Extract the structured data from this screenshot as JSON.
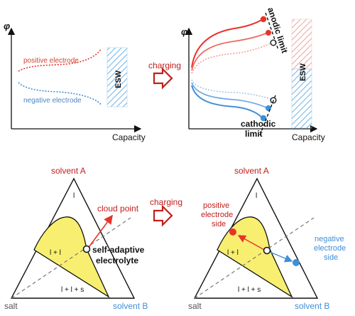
{
  "top_left": {
    "y_axis_label": "φ",
    "x_axis_label": "Capacity",
    "positive_label": "positive electrode",
    "negative_label": "negative electrode",
    "esw_label": "ESW"
  },
  "top_arrow": {
    "label": "charging"
  },
  "top_right": {
    "y_axis_label": "φ",
    "x_axis_label": "Capacity",
    "anodic_label": "anodic limit",
    "cathodic_label_line1": "cathodic",
    "cathodic_label_line2": "limit",
    "esw_label": "ESW"
  },
  "bottom_left": {
    "top_vertex": "solvent A",
    "left_vertex": "salt",
    "right_vertex": "solvent B",
    "region_top": "l",
    "region_left": "l + l",
    "region_bottom": "l + l + s",
    "cloud_point": "cloud point",
    "electrolyte_line1": "self-adaptive",
    "electrolyte_line2": "electrolyte"
  },
  "bottom_arrow": {
    "label": "charging"
  },
  "bottom_right": {
    "top_vertex": "solvent A",
    "left_vertex": "salt",
    "right_vertex": "solvent B",
    "region_top": "l",
    "region_left": "l + l",
    "region_bottom": "l + l + s",
    "positive_line1": "positive",
    "positive_line2": "electrode",
    "positive_line3": "side",
    "negative_line1": "negative",
    "negative_line2": "electrode",
    "negative_line3": "side"
  },
  "colors": {
    "positive": "#e8332b",
    "negative": "#3f8fd8",
    "miscibility": "#f8ef70",
    "arrow_red": "#c0201e",
    "vertex_blue": "#3f8fd8",
    "vertex_red": "#c0201e"
  }
}
